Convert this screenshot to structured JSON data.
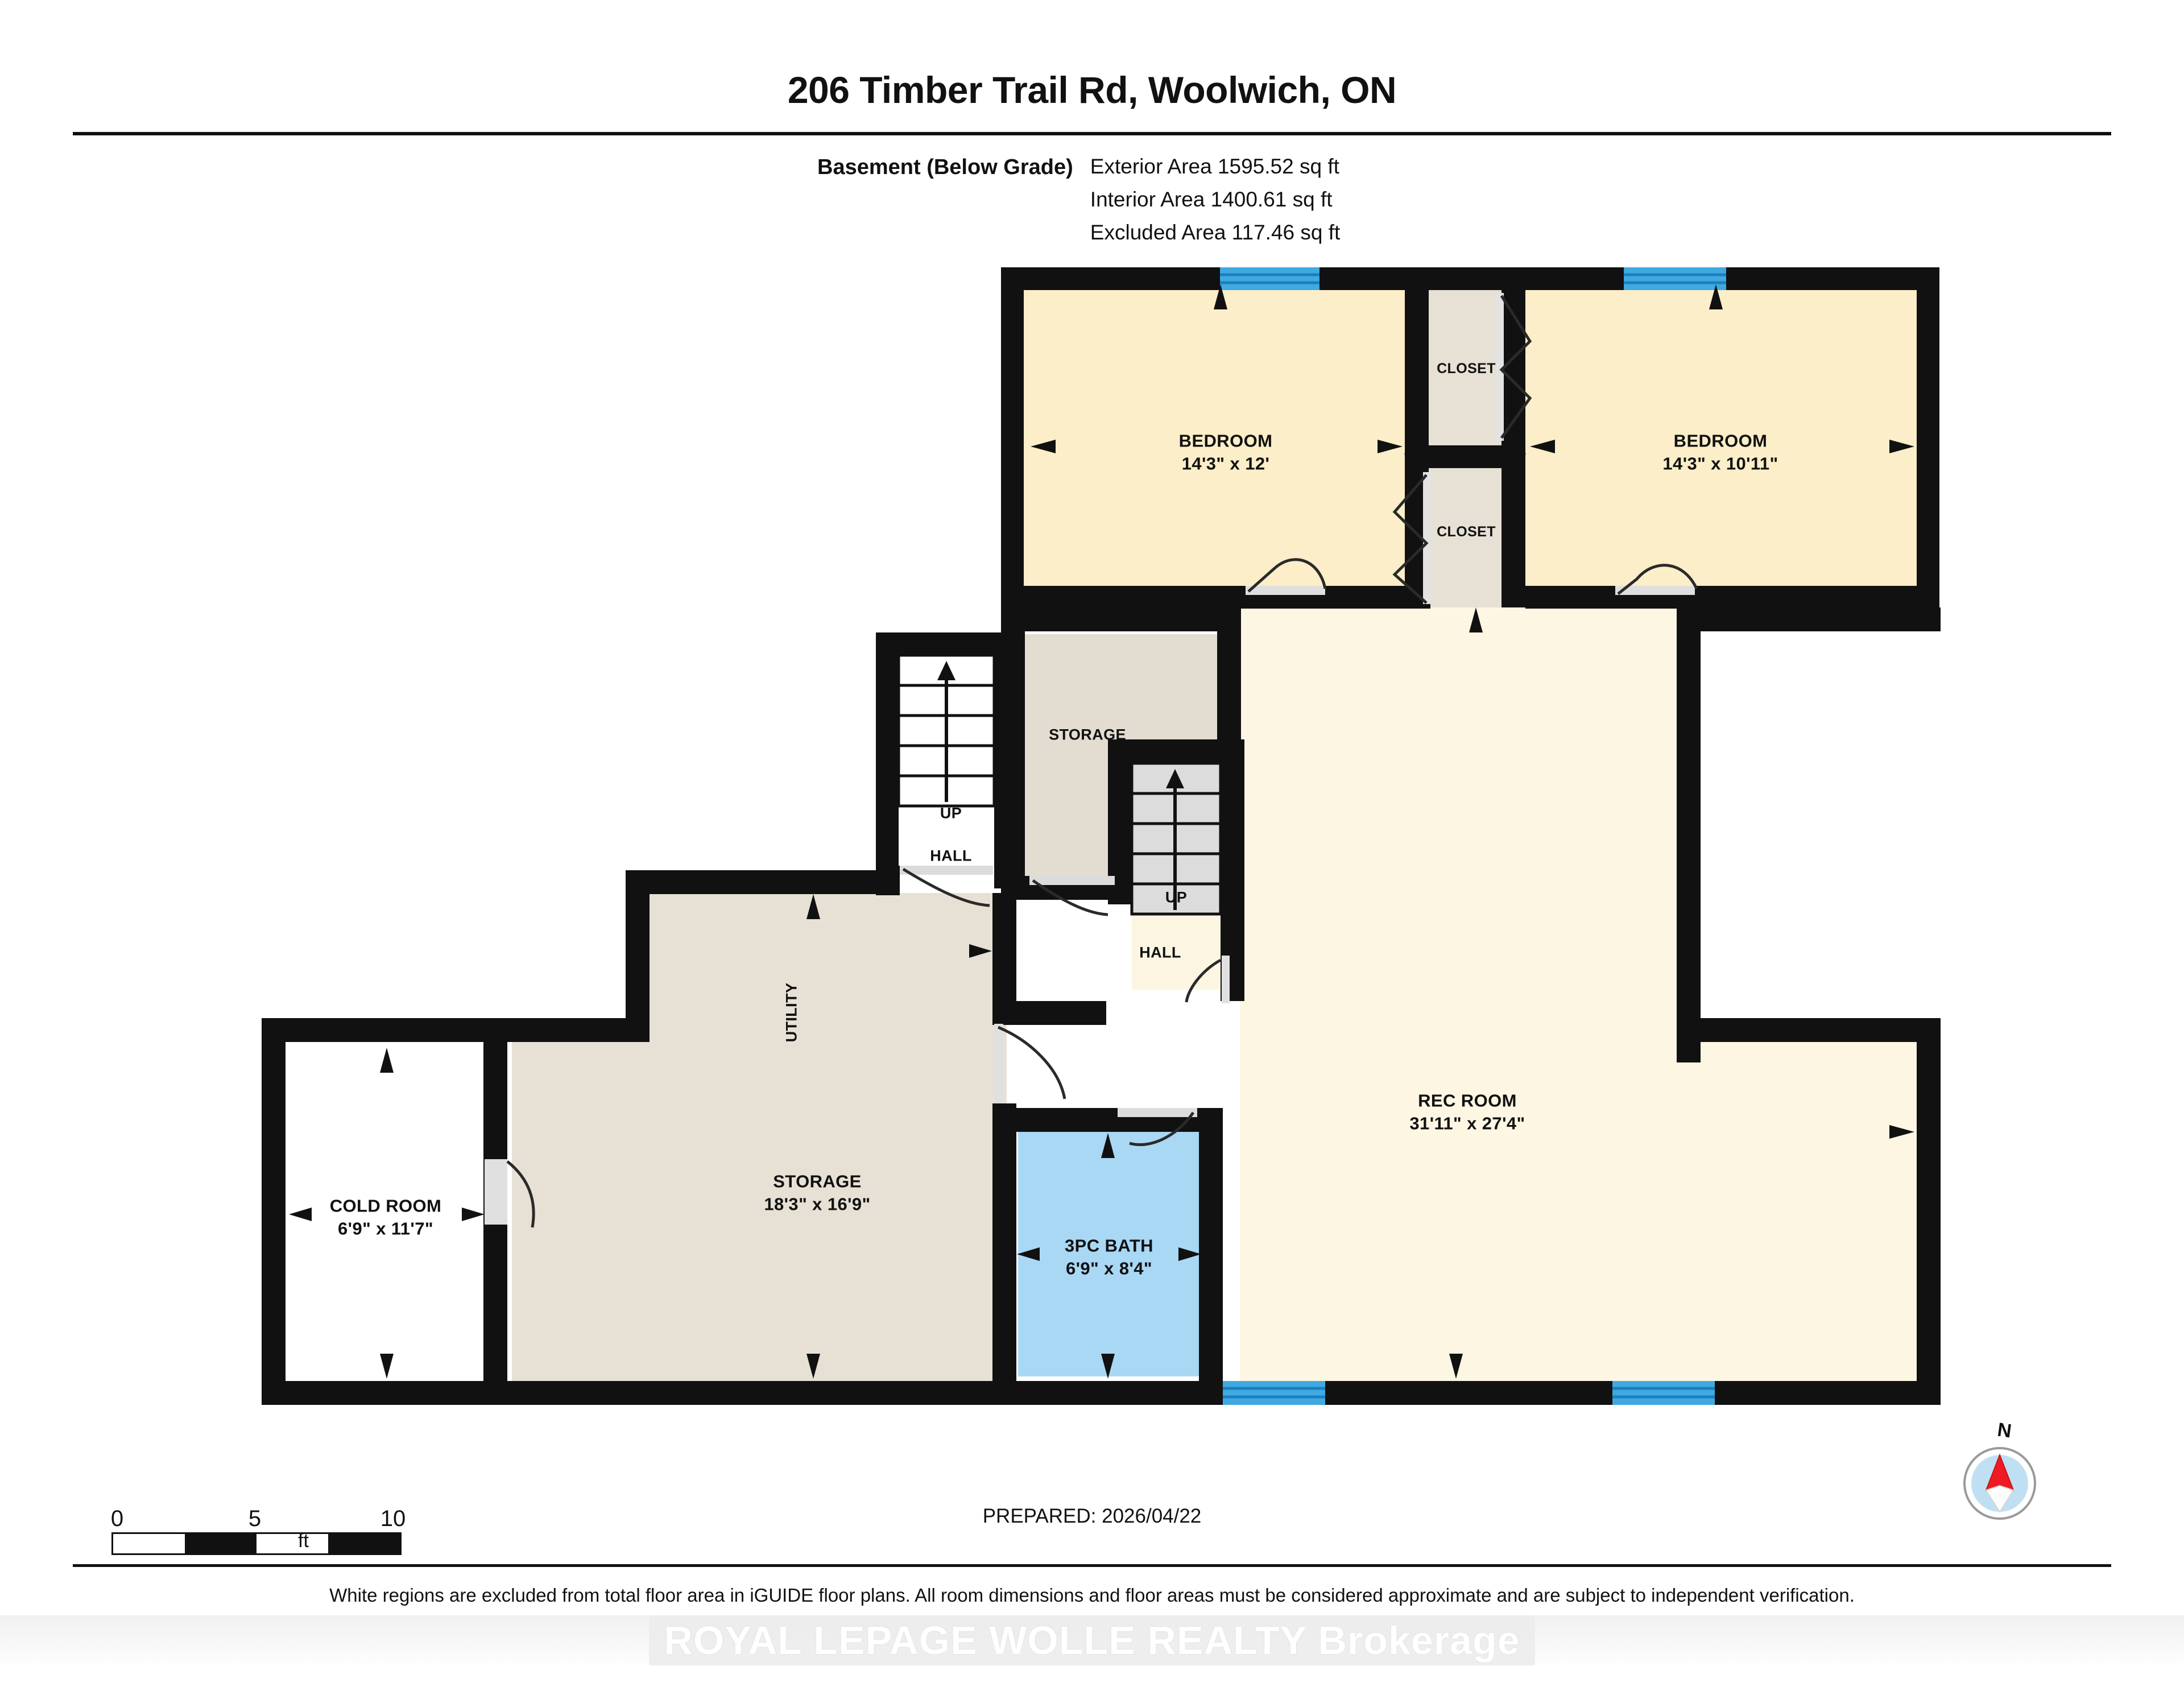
{
  "header": {
    "title": "206 Timber Trail Rd, Woolwich, ON",
    "floor_label": "Basement (Below Grade)",
    "exterior_area": "Exterior Area 1595.52 sq ft",
    "interior_area": "Interior Area 1400.61 sq ft",
    "excluded_area": "Excluded Area 117.46 sq ft"
  },
  "rooms": [
    {
      "name": "BEDROOM",
      "dims": "14'3\" x 12'",
      "fill": "#fbeec8"
    },
    {
      "name": "BEDROOM",
      "dims": "14'3\" x 10'11\"",
      "fill": "#fbeec8"
    },
    {
      "name": "CLOSET",
      "dims": "",
      "fill": "#e6e0d5"
    },
    {
      "name": "CLOSET",
      "dims": "",
      "fill": "#e6e0d5"
    },
    {
      "name": "STORAGE",
      "dims": "",
      "fill": "#e3ddd1"
    },
    {
      "name": "HALL",
      "dims": "",
      "fill": "#ffffff"
    },
    {
      "name": "UP",
      "dims": "",
      "fill": "#ffffff"
    },
    {
      "name": "HALL",
      "dims": "",
      "fill": "#fbf5e2"
    },
    {
      "name": "UP",
      "dims": "",
      "fill": "#fbf5e2"
    },
    {
      "name": "UTILITY",
      "dims": "",
      "fill": "#e7e1d5"
    },
    {
      "name": "STORAGE",
      "dims": "18'3\" x 16'9\"",
      "fill": "#e7e1d5"
    },
    {
      "name": "COLD ROOM",
      "dims": "6'9\" x 11'7\"",
      "fill": "#ffffff"
    },
    {
      "name": "3PC BATH",
      "dims": "6'9\" x 8'4\"",
      "fill": "#a9d8f5"
    },
    {
      "name": "REC ROOM",
      "dims": "31'11\" x 27'4\"",
      "fill": "#fdf6e3"
    }
  ],
  "labels": {
    "bedroom1_name": "BEDROOM",
    "bedroom1_dims": "14'3\" x 12'",
    "bedroom2_name": "BEDROOM",
    "bedroom2_dims": "14'3\" x 10'11\"",
    "closet1": "CLOSET",
    "closet2": "CLOSET",
    "storage_small": "STORAGE",
    "hall1_up": "UP",
    "hall1": "HALL",
    "hall2_up": "UP",
    "hall2": "HALL",
    "utility": "UTILITY",
    "storage_name": "STORAGE",
    "storage_dims": "18'3\" x 16'9\"",
    "coldroom_name": "COLD ROOM",
    "coldroom_dims": "6'9\" x 11'7\"",
    "bath_name": "3PC BATH",
    "bath_dims": "6'9\" x 8'4\"",
    "recroom_name": "REC ROOM",
    "recroom_dims": "31'11\" x 27'4\""
  },
  "scale": {
    "ticks": [
      "0",
      "5",
      "10"
    ],
    "unit": "ft"
  },
  "footer": {
    "prepared": "PREPARED: 2026/04/22",
    "compass_north": "N",
    "disclaimer": "White regions are excluded from total floor area in iGUIDE floor plans. All room dimensions and floor areas must be considered approximate and are subject to independent verification.",
    "watermark": "ROYAL LEPAGE WOLLE REALTY  Brokerage"
  },
  "colors": {
    "wall": "#111111",
    "bedroom_fill": "#fbeec8",
    "rec_fill": "#fdf6e3",
    "storage_fill": "#e7e1d5",
    "closet_fill": "#e6e0d5",
    "bath_fill": "#a9d8f5",
    "window": "#3fa9e0",
    "excluded_fill": "#ffffff",
    "compass_dial": "#bfe0f2",
    "compass_needle": "#ee1b24"
  }
}
